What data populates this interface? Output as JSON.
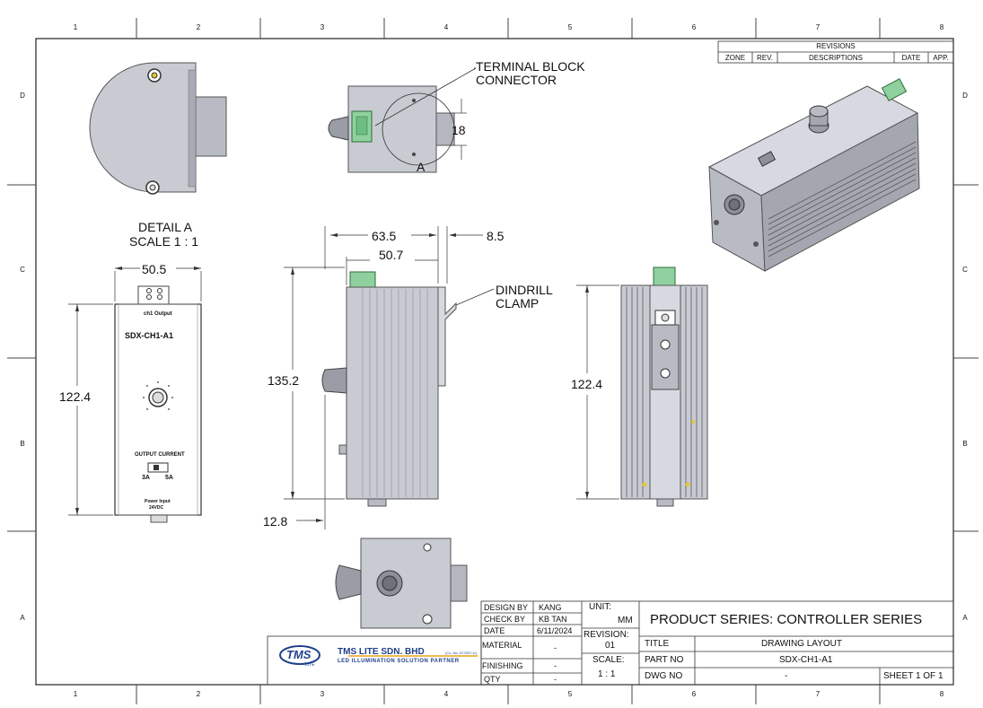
{
  "border": {
    "cols": [
      "1",
      "2",
      "3",
      "4",
      "5",
      "6",
      "7",
      "8"
    ],
    "rows": [
      "D",
      "C",
      "B",
      "A"
    ]
  },
  "revisions": {
    "title": "REVISIONS",
    "headers": [
      "ZONE",
      "REV.",
      "DESCRIPTIONS",
      "DATE",
      "APP."
    ]
  },
  "labels": {
    "terminal_line1": "TERMINAL BLOCK",
    "terminal_line2": "CONNECTOR",
    "dindrill_line1": "DINDRILL",
    "dindrill_line2": "CLAMP",
    "detail_title": "DETAIL A",
    "detail_scale": "SCALE 1 : 1",
    "detail_marker": "A",
    "product_name": "SDX-CH1-A1",
    "output_label": "ch1 Output",
    "current_label": "OUTPUT CURRENT",
    "current_3a": "3A",
    "current_5a": "5A",
    "power_label": "Power Input",
    "power_value": "24VDC"
  },
  "dimensions": {
    "d18": "18",
    "d63_5": "63.5",
    "d8_5": "8.5",
    "d50_7": "50.7",
    "d50_5": "50.5",
    "d135_2": "135.2",
    "d122_4_left": "122.4",
    "d122_4_right": "122.4",
    "d12_8": "12.8"
  },
  "title_block": {
    "design_by_label": "DESIGN BY",
    "design_by": "KANG",
    "check_by_label": "CHECK BY",
    "check_by": "KB TAN",
    "date_label": "DATE",
    "date": "6/11/2024",
    "material_label": "MATERIAL",
    "material": "-",
    "finishing_label": "FINISHING",
    "finishing": "-",
    "qty_label": "QTY",
    "qty": "-",
    "unit_label": "UNIT:",
    "unit": "MM",
    "revision_label": "REVISION:",
    "revision": "01",
    "scale_label": "SCALE:",
    "scale": "1 : 1",
    "product_series": "PRODUCT SERIES:  CONTROLLER SERIES",
    "title_label": "TITLE",
    "title": "DRAWING LAYOUT",
    "part_no_label": "PART NO",
    "part_no": "SDX-CH1-A1",
    "dwg_no_label": "DWG NO",
    "dwg_no": "-",
    "sheet": "SHEET 1 OF 1"
  },
  "company": {
    "logo": "TMS",
    "logo_sub": "LITE",
    "name": "TMS LITE SDN. BHD",
    "reg": "(Co. No. 677007-U)",
    "tagline": "LED ILLUMINATION SOLUTION PARTNER",
    "brand_color": "#1f3f8c",
    "accent_color": "#e8a317"
  },
  "colors": {
    "body_gray": "#c9cbd3",
    "dark_gray": "#8d8f99",
    "terminal_green": "#8fd19e"
  }
}
